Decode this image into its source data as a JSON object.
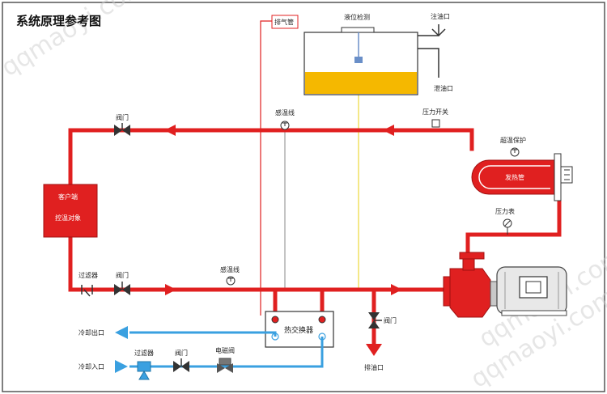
{
  "title": "系统原理参考图",
  "labels": {
    "vent_pipe": "排气管",
    "level_detect": "液位检测",
    "fill_port": "注油口",
    "drain_port_tank": "泄油口",
    "temp_line_top": "感温线",
    "pressure_switch": "压力开关",
    "overtemp_protect": "超温保护",
    "heater": "发热管",
    "pressure_gauge": "压力表",
    "user_line_1": "客户端",
    "user_line_2": "控温对象",
    "valve_top": "阀门",
    "filter_bottom": "过滤器",
    "valve_bottom": "阀门",
    "temp_line_bottom": "感温线",
    "heat_exchanger": "热交换器",
    "valve_drain": "阀门",
    "drain_port": "排油口",
    "cooling_out": "冷却出口",
    "cooling_in": "冷却入口",
    "filter_cooling": "过滤器",
    "valve_cooling": "阀门",
    "solenoid_valve": "电磁阀"
  },
  "watermarks": [
    "qqmaoyi.com",
    "qqmaoyi.com",
    "qqmaoyi.com"
  ],
  "colors": {
    "hot_oil": "#e02020",
    "cooling_water": "#3aa0e0",
    "oil_level": "#f5b800",
    "sensor_line": "#f0e060"
  }
}
